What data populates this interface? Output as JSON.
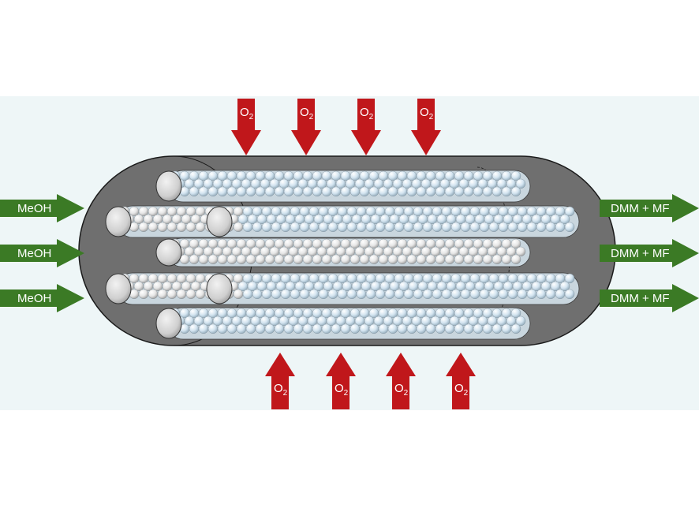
{
  "inlet_arrows": [
    {
      "label": "MeOH"
    },
    {
      "label": "MeOH"
    },
    {
      "label": "MeOH"
    }
  ],
  "outlet_arrows": [
    {
      "label": "DMM + MF"
    },
    {
      "label": "DMM + MF"
    },
    {
      "label": "DMM + MF"
    }
  ],
  "oxygen_top": [
    {
      "species": "O",
      "subscript": "2"
    },
    {
      "species": "O",
      "subscript": "2"
    },
    {
      "species": "O",
      "subscript": "2"
    },
    {
      "species": "O",
      "subscript": "2"
    }
  ],
  "oxygen_bottom": [
    {
      "species": "O",
      "subscript": "2"
    },
    {
      "species": "O",
      "subscript": "2"
    },
    {
      "species": "O",
      "subscript": "2"
    },
    {
      "species": "O",
      "subscript": "2"
    }
  ],
  "colors": {
    "background_band": "#eef6f7",
    "reactor_body": "#6f6f6f",
    "reactor_outline": "#1a1a1a",
    "inlet_arrow": "#3b7a25",
    "outlet_arrow": "#3b7a25",
    "oxygen_arrow": "#c0171b",
    "bead_blue": "#cfe1ee",
    "bead_white": "#e9e9e9"
  },
  "icons": {
    "inlet": "green-right-arrow-icon",
    "outlet": "green-right-arrow-icon",
    "oxygen": "red-arrow-icon",
    "bead": "catalyst-bead-icon"
  }
}
